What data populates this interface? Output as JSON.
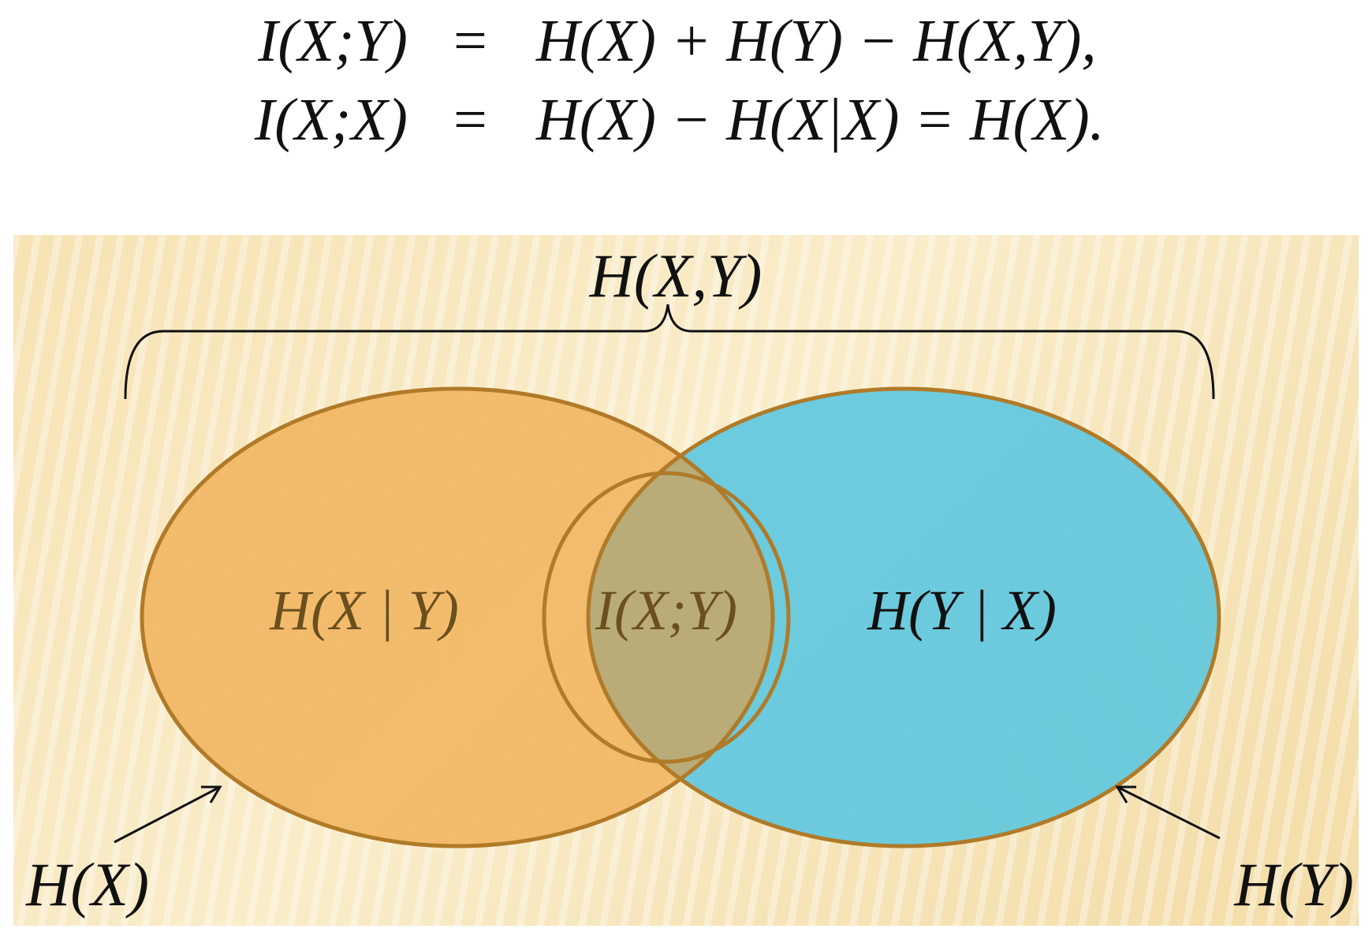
{
  "equations": [
    {
      "lhs": "I(X;Y)",
      "sign": "=",
      "rhs": "H(X) + H(Y) − H(X,Y),"
    },
    {
      "lhs": "I(X;X)",
      "sign": "=",
      "rhs": "H(X) − H(X|X) = H(X)."
    }
  ],
  "venn": {
    "joint_label": "H(X,Y)",
    "left_region_label": "H(X | Y)",
    "intersection_label": "I(X;Y)",
    "right_region_label": "H(Y | X)",
    "left_circle_label": "H(X)",
    "right_circle_label": "H(Y)",
    "colors": {
      "background": "#f7e3b4",
      "left_circle_fill": "#f0b460",
      "right_circle_fill": "#5fc8de",
      "intersection_fill": "#b9ac78",
      "circle_stroke": "#b07a28",
      "brace_and_arrows": "#111111",
      "muted_label": "#6b4f1e",
      "dark_label": "#111111"
    }
  }
}
